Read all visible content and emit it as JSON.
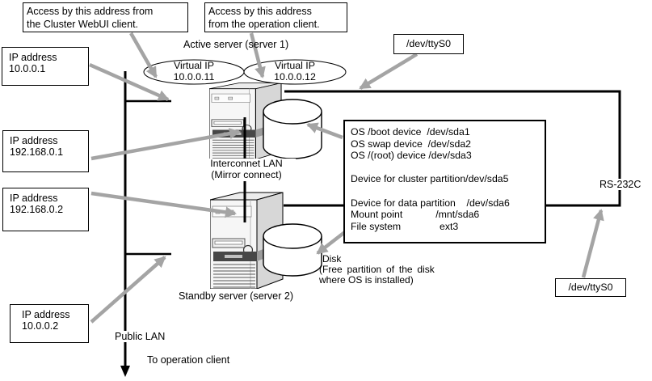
{
  "callouts": {
    "webui": {
      "line1": "Access by this address from",
      "line2": "the Cluster WebUI client."
    },
    "operation": {
      "line1": "Access by this address",
      "line2": "from the operation client."
    }
  },
  "labels": {
    "active_server": "Active server (server 1)",
    "standby_server": "Standby server (server 2)",
    "public_lan": "Public LAN",
    "to_operation_client": "To operation client",
    "rs232c": "RS-232C"
  },
  "virtual_ips": [
    {
      "label": "Virtual IP",
      "address": "10.0.0.11"
    },
    {
      "label": "Virtual IP",
      "address": "10.0.0.12"
    }
  ],
  "ip_boxes": [
    {
      "label": "IP address",
      "address": "10.0.0.1"
    },
    {
      "label": "IP address",
      "address": "192.168.0.1"
    },
    {
      "label": "IP address",
      "address": "192.168.0.2"
    },
    {
      "label": "IP address",
      "address": "10.0.0.2"
    }
  ],
  "serial": {
    "top": "/dev/ttyS0",
    "bottom": "/dev/ttyS0"
  },
  "interconnect": {
    "line1": "Interconnet LAN",
    "line2": "(Mirror connect)"
  },
  "os_info": {
    "lines": [
      "OS /boot device  /dev/sda1",
      "OS swap device  /dev/sda2",
      "OS /(root) device /dev/sda3",
      "",
      "Device for cluster partition/dev/sda5",
      "",
      "Device for data partition    /dev/sda6",
      "Mount point            /mnt/sda6",
      "File system              ext3"
    ]
  },
  "disk_note": {
    "line1": "Disk",
    "line2": "(Free partition of the disk",
    "line3": "where OS is installed)"
  },
  "colors": {
    "arrow_gray": "#a4a4a4",
    "line_black": "#000000",
    "server_side": "#d7d7d7",
    "server_front": "#f6f6f6",
    "server_top": "#ececec",
    "band_dark": "#474747"
  }
}
